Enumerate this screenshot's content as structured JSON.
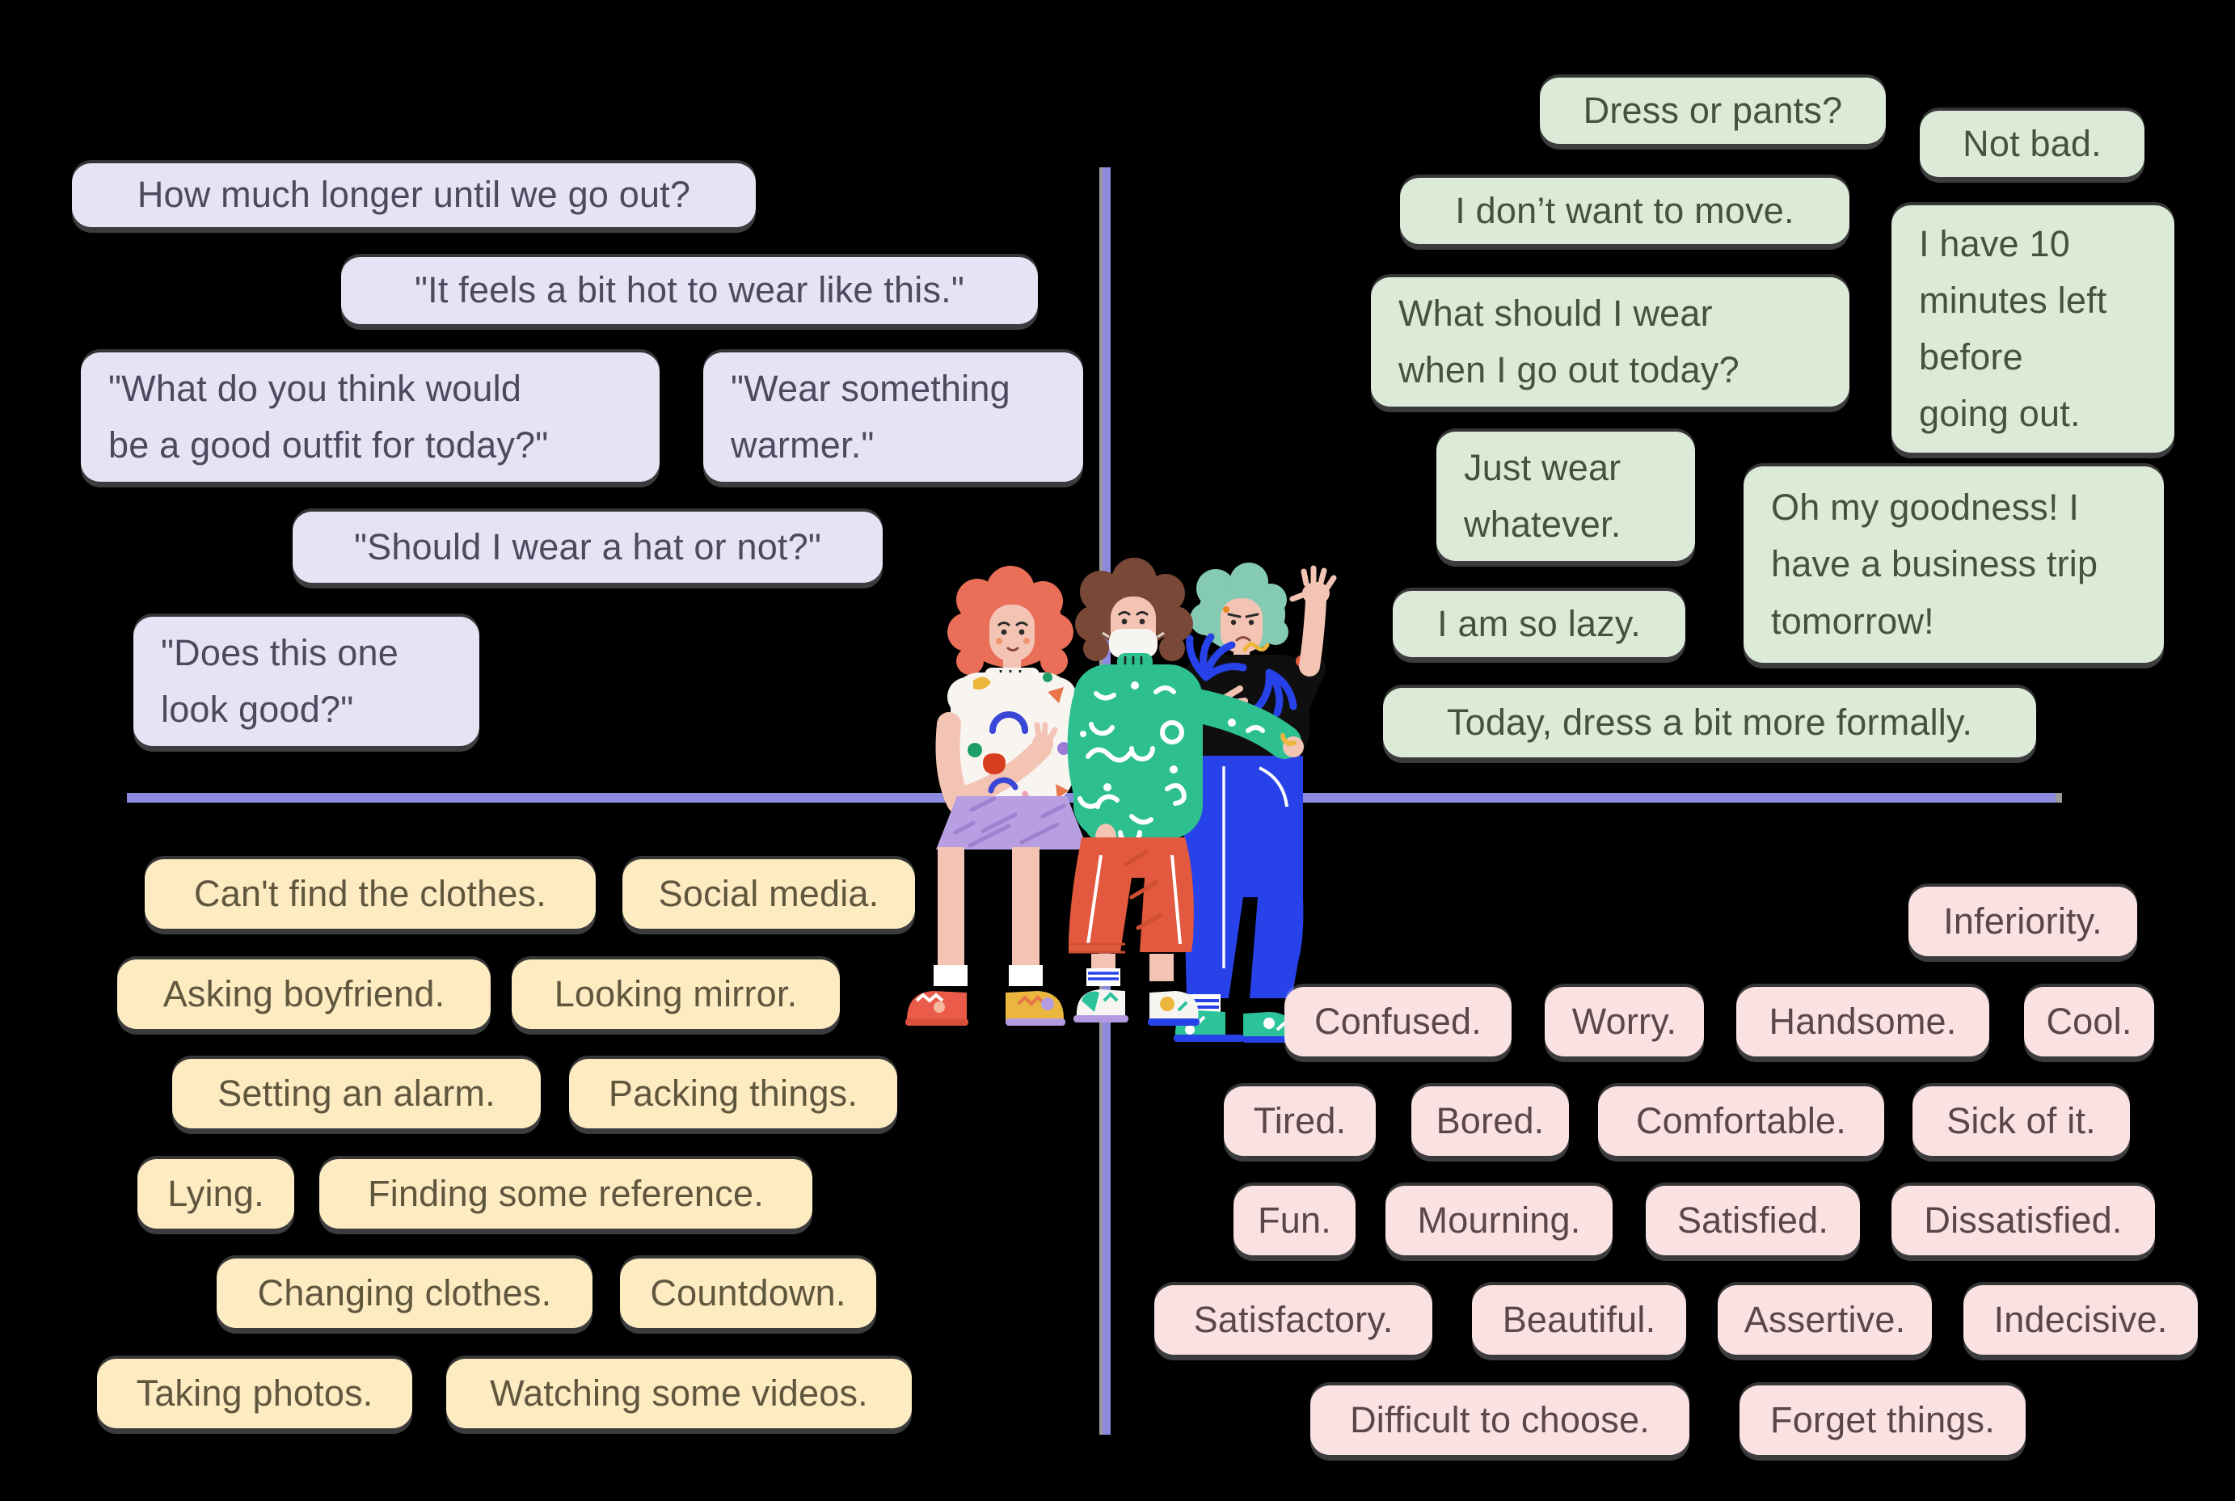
{
  "canvas": {
    "background": "#000000",
    "divider_color": "#8d8bdd",
    "divider_edge_color": "#9b9b9b"
  },
  "quadrants": {
    "says": {
      "bubble_color": "#e8e2f5",
      "text_color": "#4f4960",
      "notes": [
        "How much longer until we go out?",
        "\"It feels a bit hot to wear like this.\"",
        "\"What do you think would\nbe a good outfit for today?\"",
        "\"Wear something\nwarmer.\"",
        "\"Should I wear a hat or not?\"",
        "\"Does this one\nlook good?\""
      ]
    },
    "thinks": {
      "bubble_color": "#dcebd8",
      "text_color": "#46523f",
      "notes": [
        "Dress or pants?",
        "Not bad.",
        "I don’t want to move.",
        "What should I wear\nwhen I go out today?",
        "I have 10\nminutes left\nbefore\ngoing out.",
        "Just wear\nwhatever.",
        "Oh my goodness! I\nhave a business trip\ntomorrow!",
        "I am so lazy.",
        "Today, dress a bit more formally."
      ]
    },
    "does": {
      "bubble_color": "#fdecc2",
      "text_color": "#5f563e",
      "notes": [
        "Can't find the clothes.",
        "Social media.",
        "Asking boyfriend.",
        "Looking mirror.",
        "Setting an alarm.",
        "Packing things.",
        "Lying.",
        "Finding some reference.",
        "Changing clothes.",
        "Countdown.",
        "Taking photos.",
        "Watching some videos."
      ]
    },
    "feels": {
      "bubble_color": "#fbe2e2",
      "text_color": "#5c4649",
      "notes": [
        "Inferiority.",
        "Confused.",
        "Worry.",
        "Handsome.",
        "Cool.",
        "Tired.",
        "Bored.",
        "Comfortable.",
        "Sick of it.",
        "Fun.",
        "Mourning.",
        "Satisfied.",
        "Dissatisfied.",
        "Satisfactory.",
        "Beautiful.",
        "Assertive.",
        "Indecisive.",
        "Difficult to choose.",
        "Forget things."
      ]
    }
  },
  "illustration": {
    "name": "three-friends-choosing-outfits",
    "people": [
      {
        "hair_color": "#ea6f58",
        "top_color": "#f8f5f0",
        "bottom_color": "#b79fe2"
      },
      {
        "hair_color": "#7a4837",
        "top_color": "#2dbf90",
        "bottom_color": "#e2593f"
      },
      {
        "hair_color": "#85cab3",
        "top_color": "#0f0f0f",
        "bottom_color": "#2742e8"
      }
    ]
  }
}
